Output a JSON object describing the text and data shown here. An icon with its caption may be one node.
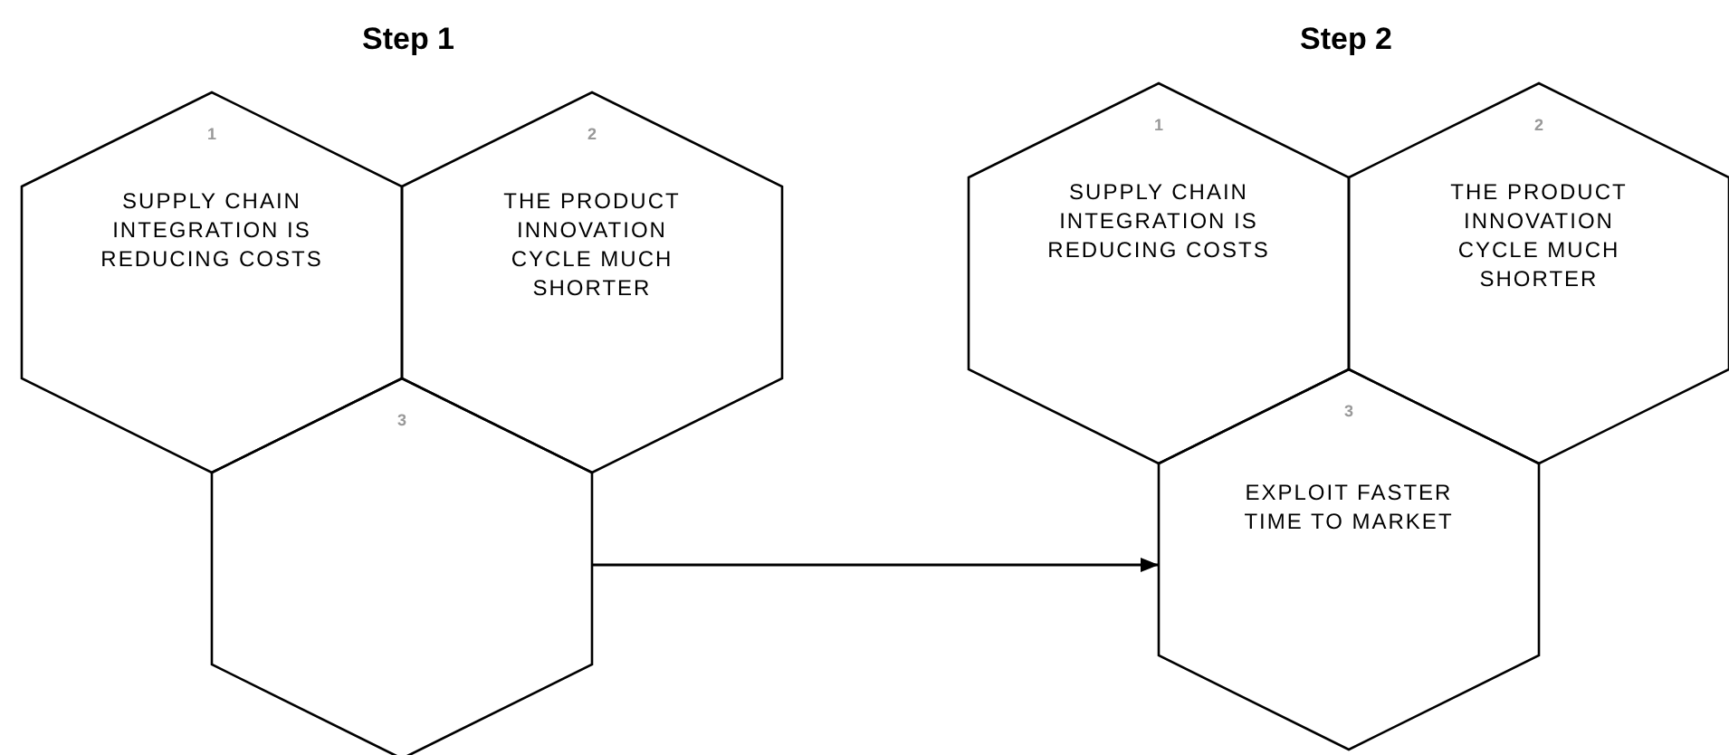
{
  "diagram": {
    "nodes": [
      {
        "text": [
          "1",
          "SUPPLY CHAIN INTEGRATION IS REDUCING COSTS"
        ]
      },
      {
        "text": [
          "2",
          "THE PRODUCT INNOVATION CYCLE MUCH SHORTER"
        ]
      },
      {
        "text": [
          "3"
        ]
      },
      {
        "text": [
          "1",
          "SUPPLY CHAIN INTEGRATION IS REDUCING COSTS"
        ]
      },
      {
        "text": [
          "2",
          "THE PRODUCT INNOVATION CYCLE MUCH SHORTER"
        ]
      },
      {
        "text": [
          "3",
          "EXPLOIT FASTER TIME TO MARKET"
        ]
      }
    ],
    "edges": [
      {
        "from": 2,
        "to": 5,
        "arrow": "to"
      }
    ],
    "labels": [
      "Step 1",
      "Step 2"
    ]
  }
}
